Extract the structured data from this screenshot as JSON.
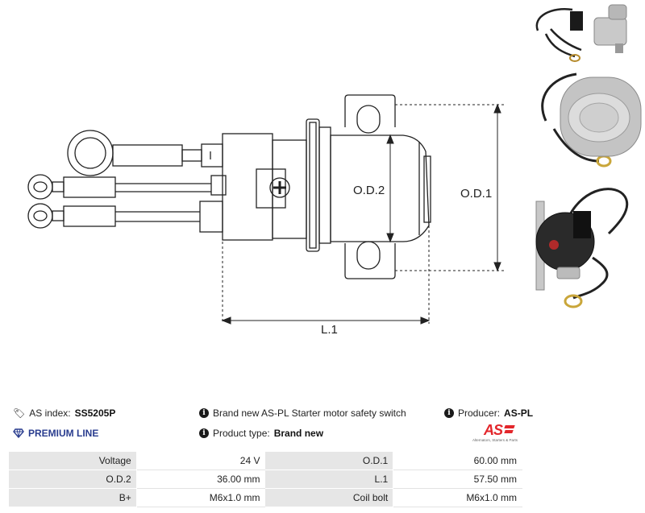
{
  "drawing": {
    "label_od2": "O.D.2",
    "label_od1": "O.D.1",
    "label_l1": "L.1"
  },
  "info": {
    "as_index_label": "AS index:",
    "as_index_value": "SS5205P",
    "premium_line": "PREMIUM LINE",
    "description": "Brand new AS-PL Starter motor safety switch",
    "product_type_label": "Product type:",
    "product_type_value": "Brand new",
    "producer_label": "Producer:",
    "producer_value": "AS-PL"
  },
  "logo": {
    "mark": "AS",
    "tagline": "Alternators, Starters & Parts",
    "color": "#e3262b"
  },
  "specs": [
    {
      "k1": "Voltage",
      "v1": "24 V",
      "k2": "O.D.1",
      "v2": "60.00 mm"
    },
    {
      "k1": "O.D.2",
      "v1": "36.00 mm",
      "k2": "L.1",
      "v2": "57.50 mm"
    },
    {
      "k1": "B+",
      "v1": "M6x1.0 mm",
      "k2": "Coil bolt",
      "v2": "M6x1.0 mm"
    }
  ]
}
